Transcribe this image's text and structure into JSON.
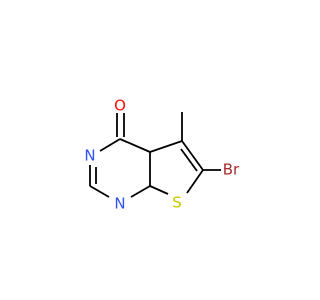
{
  "molecule": {
    "atoms": {
      "oxygen": {
        "label": "O",
        "color": "#ff0d0d"
      },
      "nitrogen_top": {
        "label": "N",
        "color": "#3050f8"
      },
      "nitrogen_bottom": {
        "label": "N",
        "color": "#3050f8"
      },
      "sulfur": {
        "label": "S",
        "color": "#c6c600"
      },
      "bromine": {
        "label": "Br",
        "color": "#a62929"
      }
    },
    "bond_color": "#000000"
  }
}
